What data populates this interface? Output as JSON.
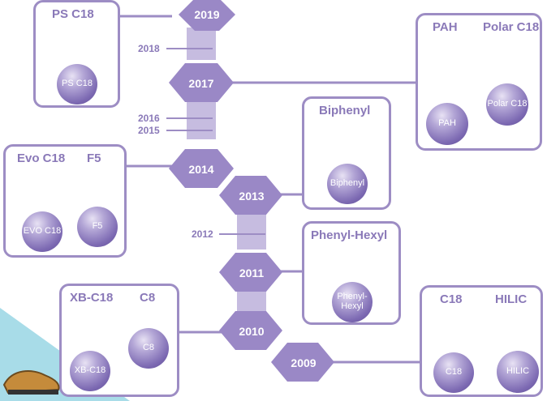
{
  "colors": {
    "accent": "#9d8dc4",
    "hex": "#9a88c6",
    "text": "#8a79b8",
    "ball": "#7c69b2",
    "corner": "#a8dce8"
  },
  "years": {
    "y2019": "2019",
    "y2018": "2018",
    "y2017": "2017",
    "y2016": "2016",
    "y2015": "2015",
    "y2014": "2014",
    "y2013": "2013",
    "y2012": "2012",
    "y2011": "2011",
    "y2010": "2010",
    "y2009": "2009"
  },
  "boxes": {
    "ps": {
      "title": "PS C18",
      "ball": "PS C18"
    },
    "pah_polar": {
      "title1": "PAH",
      "title2": "Polar C18",
      "ball1": "PAH",
      "ball2": "Polar C18"
    },
    "biphenyl": {
      "title": "Biphenyl",
      "ball": "Biphenyl"
    },
    "evo_f5": {
      "title1": "Evo C18",
      "title2": "F5",
      "ball1": "EVO C18",
      "ball2": "F5"
    },
    "phenyl_hexyl": {
      "title": "Phenyl-Hexyl",
      "ball": "Phenyl-Hexyl"
    },
    "xb_c8": {
      "title1": "XB-C18",
      "title2": "C8",
      "ball1": "XB-C18",
      "ball2": "C8"
    },
    "c18_hilic": {
      "title1": "C18",
      "title2": "HILIC",
      "ball1": "C18",
      "ball2": "HILIC"
    }
  },
  "icons": {
    "corner": "shoe-icon"
  }
}
